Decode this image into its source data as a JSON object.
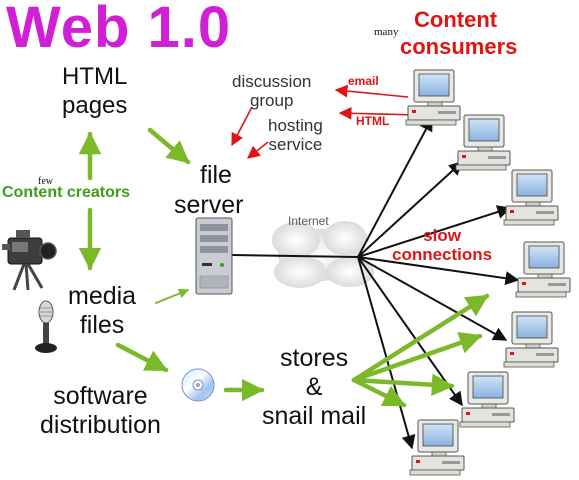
{
  "title": "Web 1.0",
  "colors": {
    "title": "#d11fd6",
    "red": "#e01414",
    "green": "#3f9e16",
    "arrow_green": "#7bb82a",
    "black": "#111111",
    "gray_text": "#5a5a5a"
  },
  "labels": {
    "many": "many",
    "content_consumers_1": "Content",
    "content_consumers_2": "consumers",
    "html_pages_1": "HTML",
    "html_pages_2": "pages",
    "discussion_1": "discussion",
    "discussion_2": "group",
    "hosting_1": "hosting",
    "hosting_2": "service",
    "email": "email",
    "html_tag": "HTML",
    "file_1": "file",
    "file_2": "server",
    "few": "few",
    "content_creators": "Content creators",
    "internet": "Internet",
    "slow_1": "slow",
    "slow_2": "connections",
    "media_1": "media",
    "media_2": "files",
    "stores_1": "stores",
    "stores_2": "&",
    "stores_3": "snail mail",
    "software_1": "software",
    "software_2": "distribution"
  },
  "icons": {
    "video_camera": "video-camera-icon",
    "microphone": "microphone-icon",
    "cd": "cd-disc-icon",
    "server": "server-tower-icon",
    "cloud": "internet-cloud-icon",
    "computer": "desktop-computer-icon"
  }
}
